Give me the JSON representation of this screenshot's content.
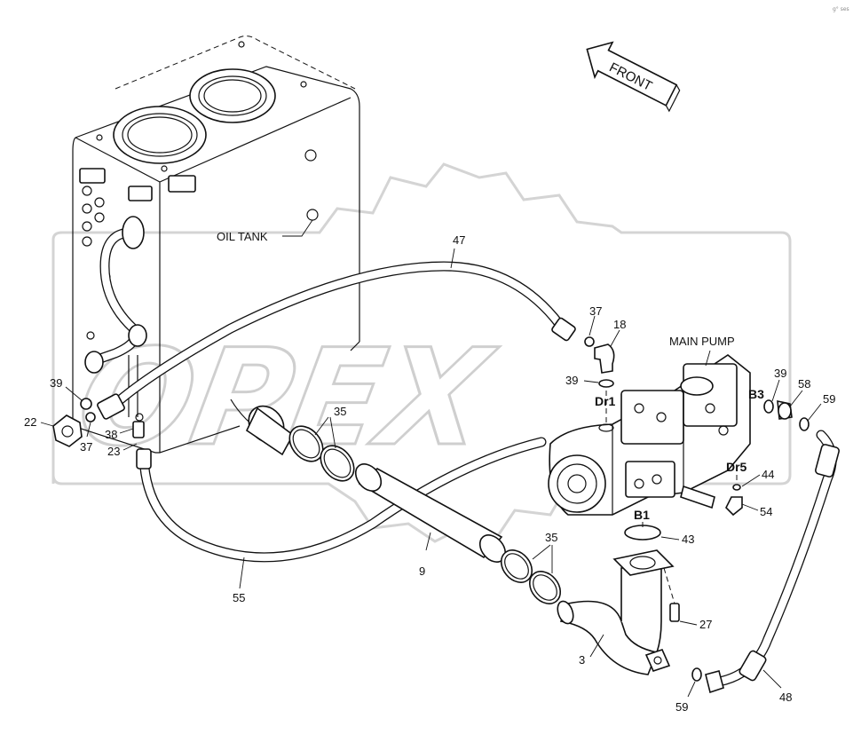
{
  "watermark": {
    "text": "OPEX",
    "color": "#cfcfcf"
  },
  "corner_mark": "g° ses",
  "titles": {
    "oil_tank": "OIL TANK",
    "main_pump": "MAIN PUMP",
    "front": "FRONT"
  },
  "port_labels": {
    "dr1": "Dr1",
    "dr5": "Dr5",
    "b1": "B1",
    "b3": "B3"
  },
  "part_labels": {
    "p47": "47",
    "p37a": "37",
    "p18": "18",
    "p39a": "39",
    "p39b": "39",
    "p22": "22",
    "p37b": "37",
    "p38": "38",
    "p23": "23",
    "p35a": "35",
    "p39c": "39",
    "p58": "58",
    "p59a": "59",
    "p44": "44",
    "p54": "54",
    "p43": "43",
    "p35b": "35",
    "p9": "9",
    "p55": "55",
    "p27": "27",
    "p3": "3",
    "p59b": "59",
    "p48": "48"
  },
  "colors": {
    "line": "#111111",
    "background": "#ffffff"
  }
}
